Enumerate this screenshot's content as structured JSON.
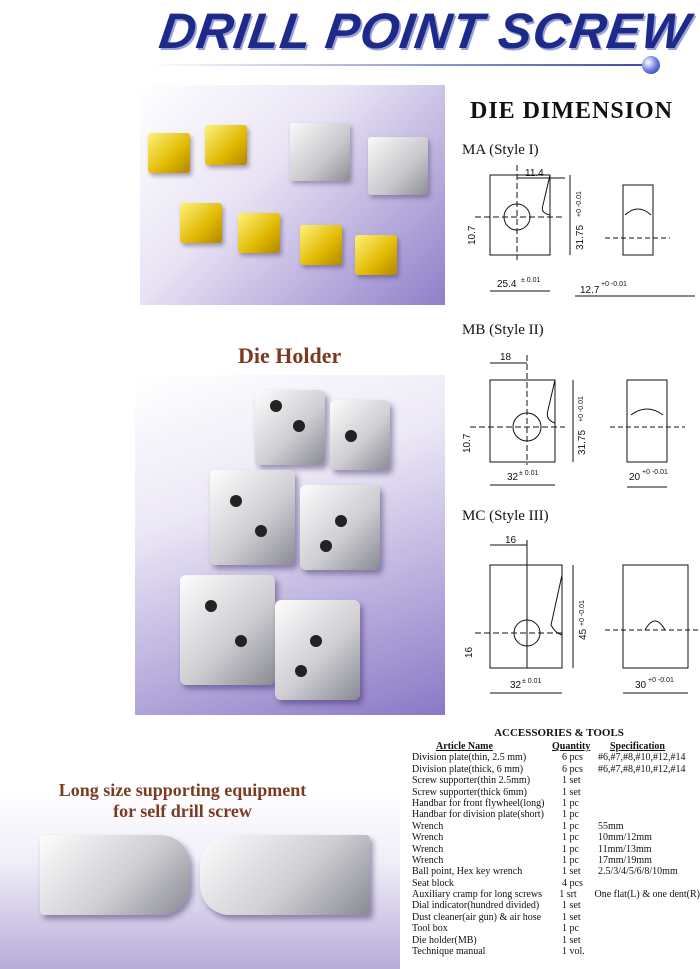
{
  "title": "DRILL POINT SCREW DIES",
  "die_dimension": {
    "heading": "DIE DIMENSION",
    "styles": [
      {
        "label": "MA (Style I)",
        "dims": {
          "top": "11.4",
          "height": "31.75",
          "height_tol": "+0 -0.01",
          "side": "10.7",
          "width": "25.4",
          "width_tol": "± 0.01",
          "thickness": "12.7",
          "thickness_tol": "+0 -0.01"
        }
      },
      {
        "label": "MB (Style II)",
        "dims": {
          "top": "18",
          "height": "31.75",
          "height_tol": "+0 -0.01",
          "side": "10.7",
          "width": "32",
          "width_tol": "± 0.01",
          "thickness": "20",
          "thickness_tol": "+0 -0.01"
        }
      },
      {
        "label": "MC (Style III)",
        "dims": {
          "top": "16",
          "height": "45",
          "height_tol": "+0 -0.01",
          "side": "16",
          "width": "32",
          "width_tol": "± 0.01",
          "thickness": "30",
          "thickness_tol": "+0 -0.01"
        }
      }
    ]
  },
  "die_holder": "Die Holder",
  "long_size": {
    "line1": "Long size supporting equipment",
    "line2": "for self drill screw"
  },
  "accessories": {
    "title": "ACCESSORIES & TOOLS",
    "headers": [
      "Article Name",
      "Quantity",
      "Specification"
    ],
    "rows": [
      [
        "Division plate(thin, 2.5 mm)",
        "6 pcs",
        "#6,#7,#8,#10,#12,#14"
      ],
      [
        "Division plate(thick, 6 mm)",
        "6 pcs",
        "#6,#7,#8,#10,#12,#14"
      ],
      [
        "Screw supporter(thin 2.5mm)",
        "1 set",
        ""
      ],
      [
        "Screw supporter(thick 6mm)",
        "1 set",
        ""
      ],
      [
        "Handbar for front flywheel(long)",
        "1 pc",
        ""
      ],
      [
        "Handbar for division plate(short)",
        "1 pc",
        ""
      ],
      [
        "Wrench",
        "1 pc",
        "55mm"
      ],
      [
        "Wrench",
        "1 pc",
        "10mm/12mm"
      ],
      [
        "Wrench",
        "1 pc",
        "11mm/13mm"
      ],
      [
        "Wrench",
        "1 pc",
        "17mm/19mm"
      ],
      [
        "Ball point, Hex key wrench",
        "1 set",
        "2.5/3/4/5/6/8/10mm"
      ],
      [
        "Seat block",
        "4 pcs",
        ""
      ],
      [
        "Auxiliary cramp for long screws",
        "1 srt",
        "One flat(L) & one dent(R)"
      ],
      [
        "Dial indicator(hundred divided)",
        "1 set",
        ""
      ],
      [
        "Dust cleaner(air gun) & air hose",
        "1 set",
        ""
      ],
      [
        "Tool box",
        "1 pc",
        ""
      ],
      [
        "Die holder(MB)",
        "1 set",
        ""
      ],
      [
        "Technique manual",
        "1 vol.",
        ""
      ]
    ]
  }
}
